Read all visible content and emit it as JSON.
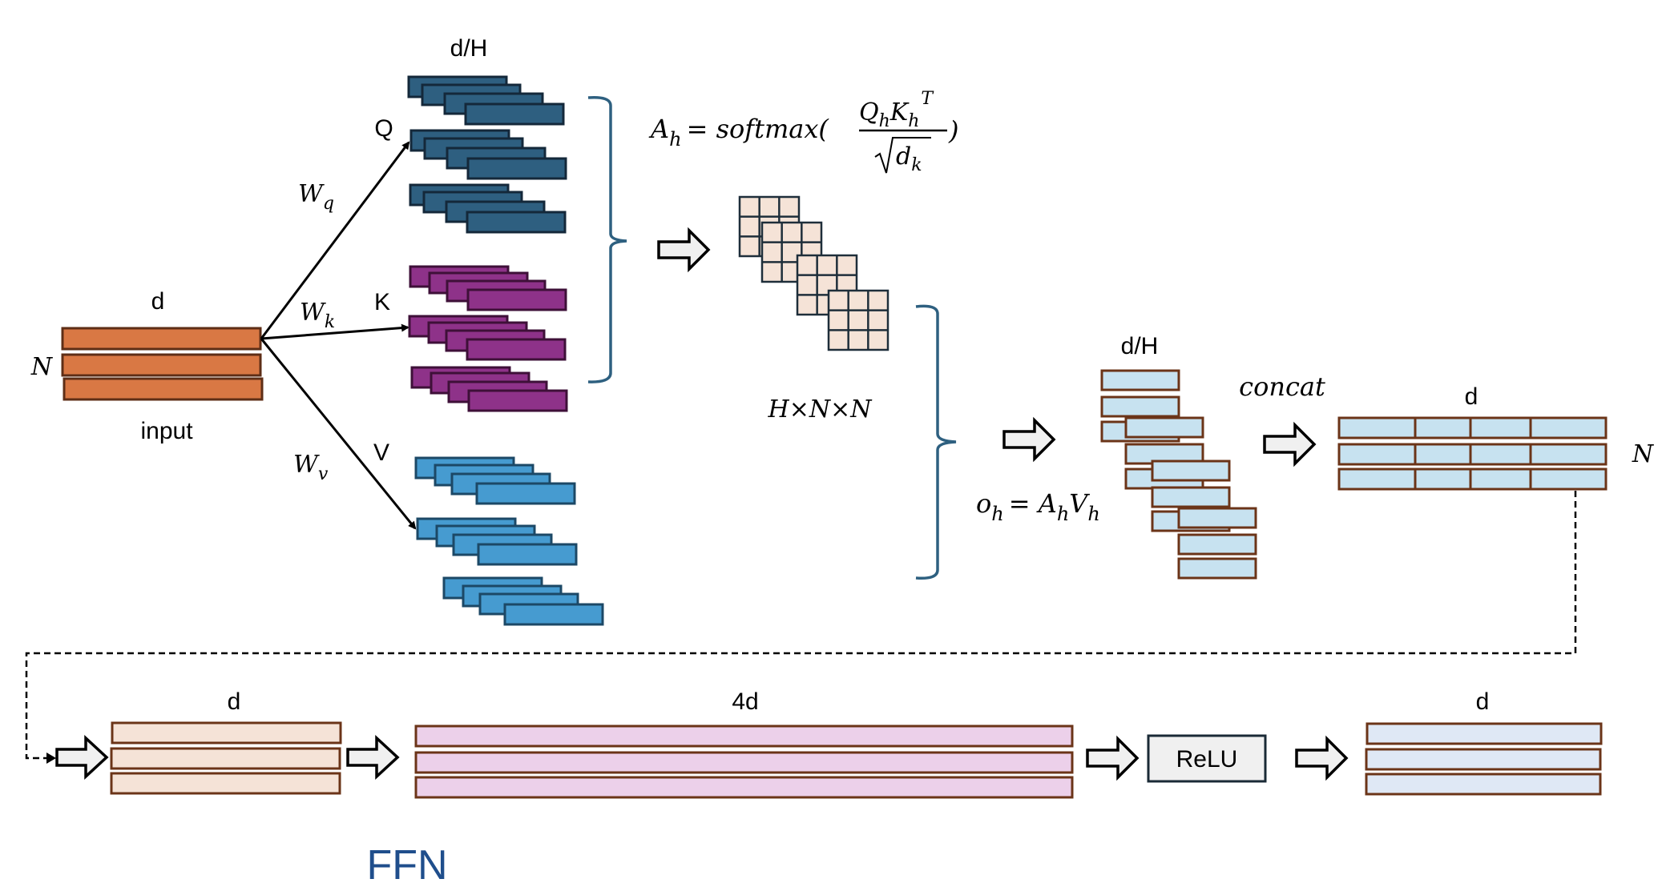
{
  "colors": {
    "input_fill": "#d97844",
    "input_stroke": "#5e2e16",
    "q_fill": "#2e5f80",
    "q_stroke": "#14283a",
    "k_fill": "#8e3289",
    "k_stroke": "#3e1038",
    "v_fill": "#469bd0",
    "v_stroke": "#1c4866",
    "attn_fill": "#f5e3d7",
    "attn_stroke": "#1e2e3a",
    "head_fill": "#c7e2f0",
    "head_stroke": "#6b3418",
    "ffn_in_fill": "#f5e3d7",
    "ffn_hidden_fill": "#ecd0ea",
    "ffn_out_fill": "#dfe8f5",
    "matrix_stroke": "#6b3418",
    "bracket": "#2e6080",
    "block_arrow_fill": "#f0f0f0",
    "ffn_title": "#1f4e8c"
  },
  "input": {
    "dim_label": "d",
    "rows_label": "N",
    "name": "input"
  },
  "projections": {
    "wq": "W",
    "wq_sub": "q",
    "wk": "W",
    "wk_sub": "k",
    "wv": "W",
    "wv_sub": "v",
    "q_label": "Q",
    "k_label": "K",
    "v_label": "V",
    "head_dim_label": "d/H"
  },
  "attention": {
    "formula_lhs": "A",
    "formula_lhs_sub": "h",
    "formula_eq": "= softmax(",
    "numerator_q": "Q",
    "numerator_q_sub": "h",
    "numerator_k": "K",
    "numerator_k_sub": "h",
    "numerator_sup": "T",
    "denominator": "d",
    "denominator_sub": "k",
    "close_paren": ")",
    "shape_label": "H×N×N"
  },
  "head_output": {
    "formula": "o",
    "formula_sub": "h",
    "formula_rhs": "= A",
    "formula_rhs_sub": "h",
    "formula_v": "V",
    "formula_v_sub": "h",
    "dim_label": "d/H"
  },
  "concat": {
    "label": "concat",
    "dim_label": "d",
    "rows_label": "N"
  },
  "ffn": {
    "in_dim_label": "d",
    "hidden_dim_label": "4d",
    "activation_label": "ReLU",
    "out_dim_label": "d",
    "title": "FFN"
  }
}
